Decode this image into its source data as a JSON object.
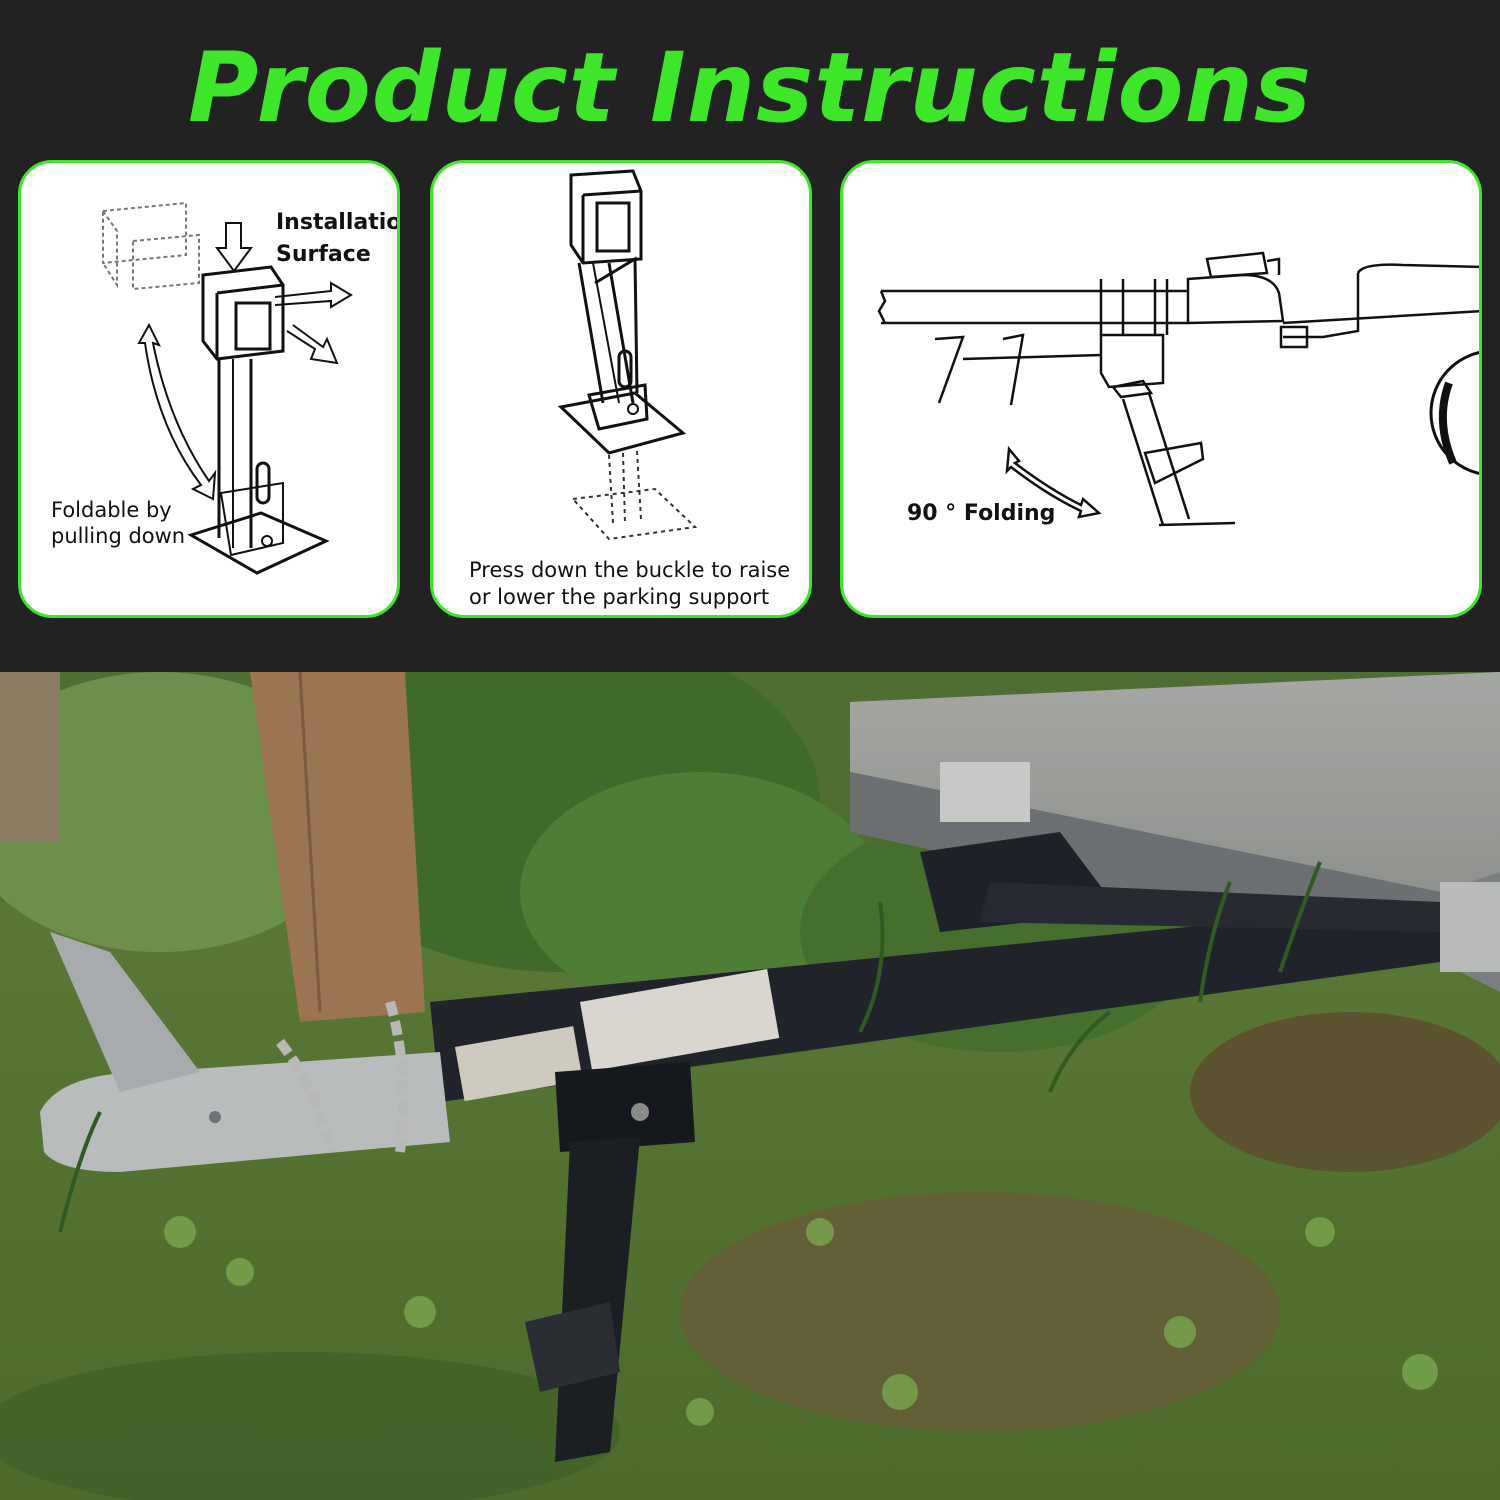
{
  "header": {
    "title": "Product Instructions"
  },
  "panel1": {
    "label_install_line1": "Installation",
    "label_install_line2": "Surface",
    "label_fold_line1": "Foldable by",
    "label_fold_line2": "pulling down"
  },
  "panel2": {
    "label_line1": "Press down the buckle to raise",
    "label_line2": "or lower the parking support"
  },
  "panel3": {
    "label": "90 ° Folding"
  },
  "colors": {
    "accent": "#3ee62a",
    "background": "#222222",
    "panel": "#ffffff"
  }
}
